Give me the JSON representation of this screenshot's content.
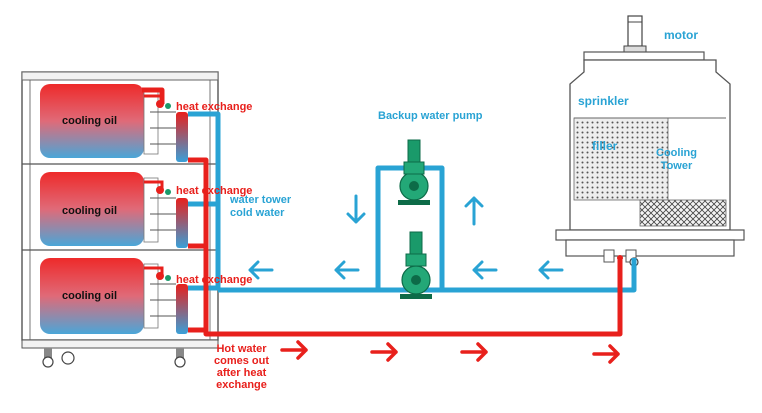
{
  "colors": {
    "hot": "#e8201c",
    "cold": "#29a3d4",
    "pump": "#1a9a6a",
    "outline": "#555555"
  },
  "icons": [
    "pump-icon",
    "motor-icon",
    "flow-arrow-icon"
  ],
  "labels": {
    "cooling_oil_1": "cooling oil",
    "cooling_oil_2": "cooling oil",
    "cooling_oil_3": "cooling oil",
    "heat_exchange_1": "heat exchange",
    "heat_exchange_2": "heat exchange",
    "heat_exchange_3": "heat exchange",
    "cold_water": [
      "water tower",
      "cold water"
    ],
    "hot_water": [
      "Hot water",
      "comes out",
      "after heat",
      "exchange"
    ],
    "backup_pump": "Backup water pump",
    "motor": "motor",
    "sprinkler": "sprinkler",
    "filler": "filler",
    "cooling_tower": [
      "Cooling",
      "Tower"
    ]
  }
}
